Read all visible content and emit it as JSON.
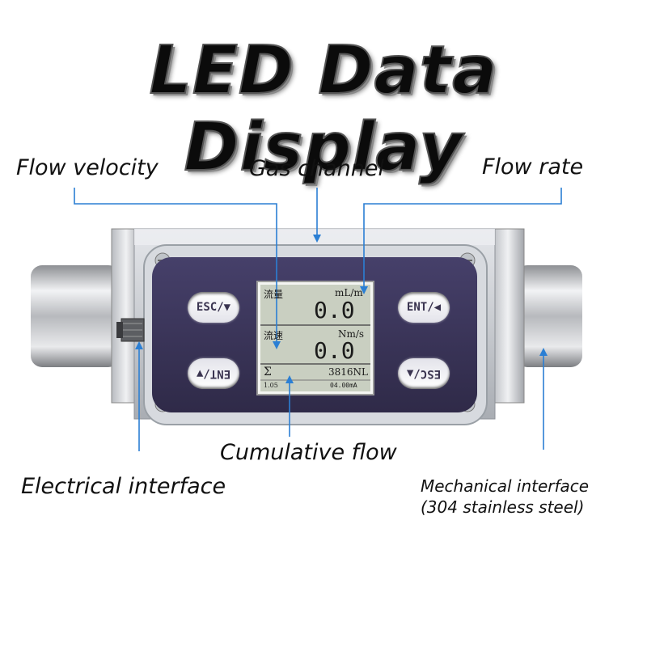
{
  "title": "LED Data Display",
  "callouts": {
    "flow_velocity": "Flow velocity",
    "gas_channel": "Gas channel",
    "flow_rate": "Flow rate",
    "cumulative_flow": "Cumulative flow",
    "electrical_interface": "Electrical interface",
    "mechanical_interface_line1": "Mechanical interface",
    "mechanical_interface_line2": "(304 stainless steel)"
  },
  "lcd": {
    "flow_label": "流量",
    "flow_unit": "mL/m",
    "flow_value": "0.0",
    "velocity_label": "流速",
    "velocity_unit": "Nm/s",
    "velocity_value": "0.0",
    "sigma": "Σ",
    "total": "3816NL",
    "version": "1.05",
    "current": "04.00mA"
  },
  "buttons": {
    "top_left": "ESC/▼",
    "bottom_left": "ENT/▼",
    "top_right": "ENT/◀",
    "bottom_right": "ESC/▲"
  },
  "colors": {
    "panel": "#3b3558",
    "leader_line": "#2b7fd4",
    "lcd_bg": "#c9cfc1"
  }
}
